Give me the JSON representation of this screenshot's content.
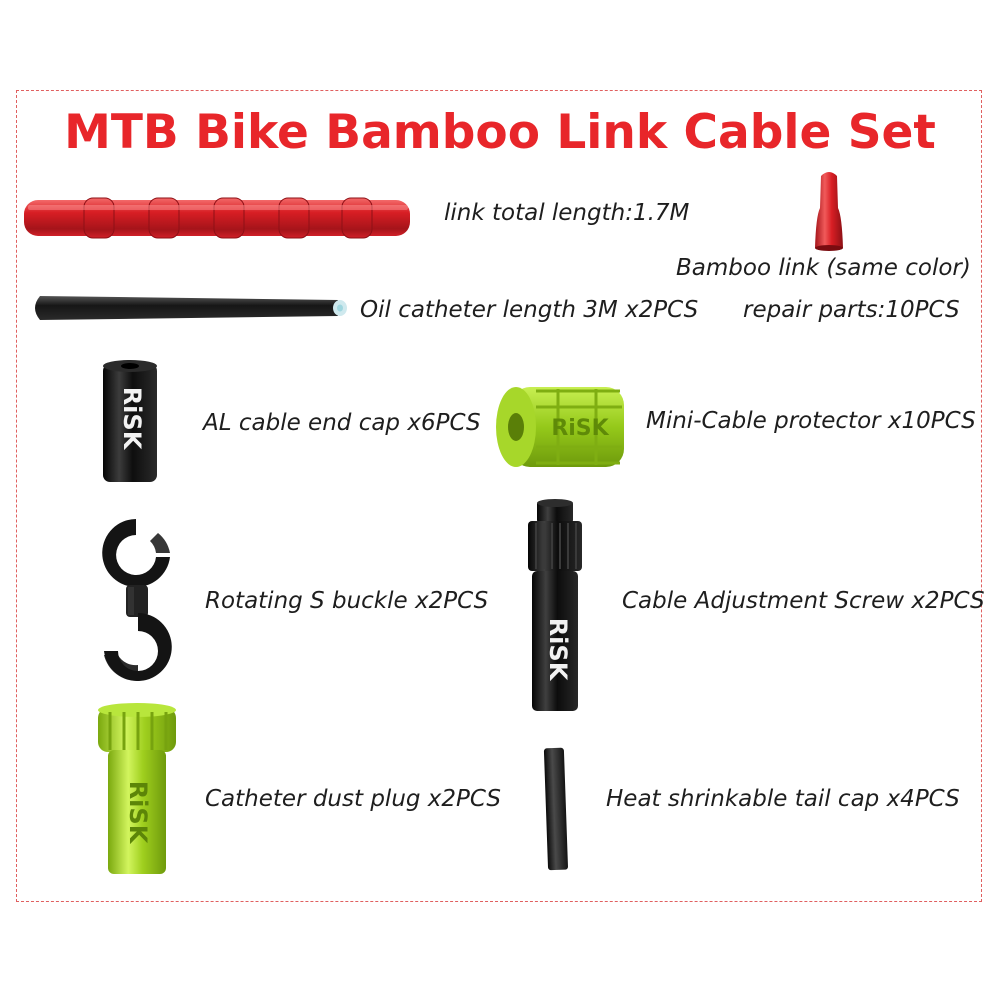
{
  "title": "MTB Bike Bamboo Link Cable Set",
  "logo_text": "RiSK",
  "colors": {
    "title": "#e8262a",
    "red_part": "#d81e24",
    "green_part": "#9ccc1a",
    "black_part": "#141414",
    "frame": "#e06060"
  },
  "items": {
    "bamboo_link": {
      "label": "link total length:1.7M",
      "icon": "red-bamboo-link-tube-icon"
    },
    "bamboo_link_single": {
      "label": "Bamboo link (same color)",
      "icon": "red-bamboo-link-piece-icon"
    },
    "oil_catheter": {
      "label": "Oil catheter length 3M x2PCS",
      "icon": "black-hose-icon"
    },
    "repair_parts": {
      "label": "repair parts:10PCS"
    },
    "end_cap": {
      "label": "AL cable end cap x6PCS",
      "icon": "black-end-cap-icon"
    },
    "mini_protector": {
      "label": "Mini-Cable protector x10PCS",
      "icon": "green-cable-protector-icon"
    },
    "s_buckle": {
      "label": "Rotating S buckle x2PCS",
      "icon": "s-buckle-icon"
    },
    "adjust_screw": {
      "label": "Cable Adjustment Screw x2PCS",
      "icon": "black-adjustment-screw-icon"
    },
    "dust_plug": {
      "label": "Catheter dust plug x2PCS",
      "icon": "green-dust-plug-icon"
    },
    "heat_shrink": {
      "label": "Heat shrinkable tail cap x4PCS",
      "icon": "black-heat-shrink-tube-icon"
    }
  }
}
